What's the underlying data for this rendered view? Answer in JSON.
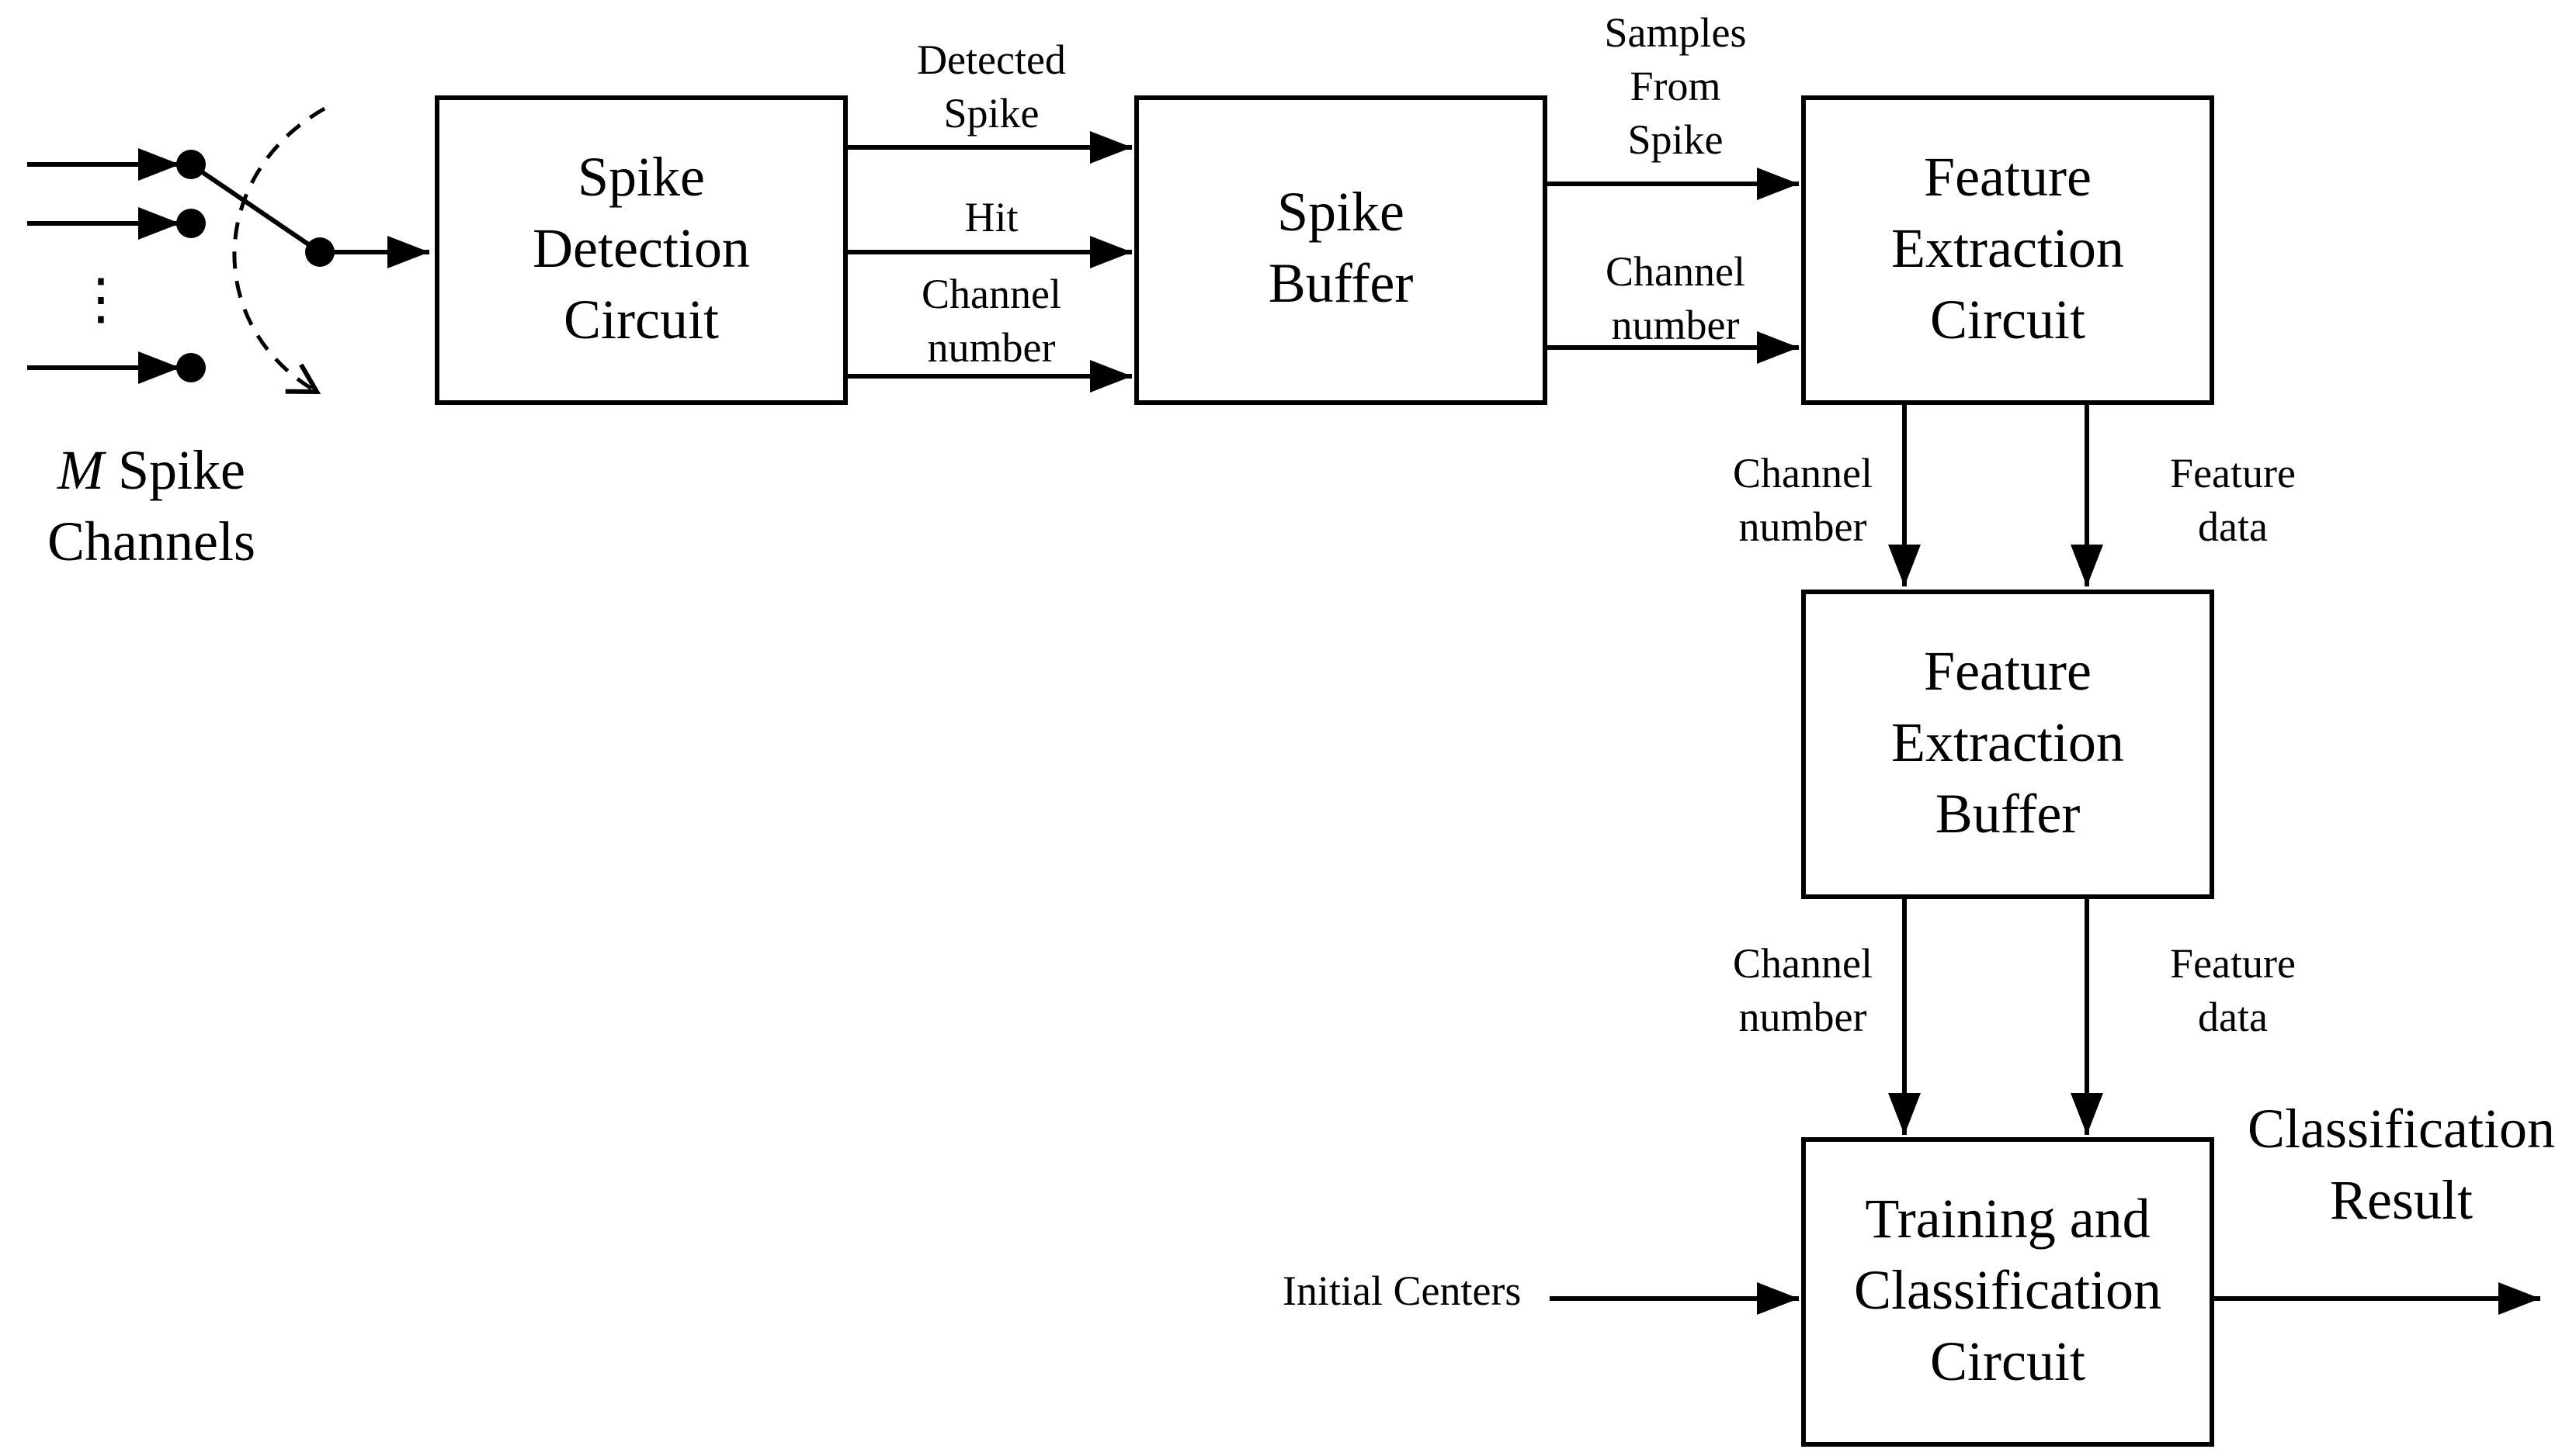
{
  "blocks": {
    "spike_detection": [
      "Spike",
      "Detection",
      "Circuit"
    ],
    "spike_buffer": [
      "Spike",
      "Buffer"
    ],
    "feature_extraction_circuit": [
      "Feature",
      "Extraction",
      "Circuit"
    ],
    "feature_extraction_buffer": [
      "Feature",
      "Extraction",
      "Buffer"
    ],
    "training_classification": [
      "Training and",
      "Classification",
      "Circuit"
    ]
  },
  "signals": {
    "detected_spike": [
      "Detected",
      "Spike"
    ],
    "hit": "Hit",
    "channel_number_1": [
      "Channel",
      "number"
    ],
    "samples_from_spike": [
      "Samples",
      "From",
      "Spike"
    ],
    "channel_number_2": [
      "Channel",
      "number"
    ],
    "channel_number_3": [
      "Channel",
      "number"
    ],
    "feature_data_1": [
      "Feature",
      "data"
    ],
    "channel_number_4": [
      "Channel",
      "number"
    ],
    "feature_data_2": [
      "Feature",
      "data"
    ],
    "initial_centers": "Initial Centers",
    "classification_result": [
      "Classification",
      "Result"
    ]
  },
  "input": {
    "m_symbol": "M",
    "spike_word": " Spike",
    "channels_word": "Channels",
    "ellipsis": "⋮"
  }
}
